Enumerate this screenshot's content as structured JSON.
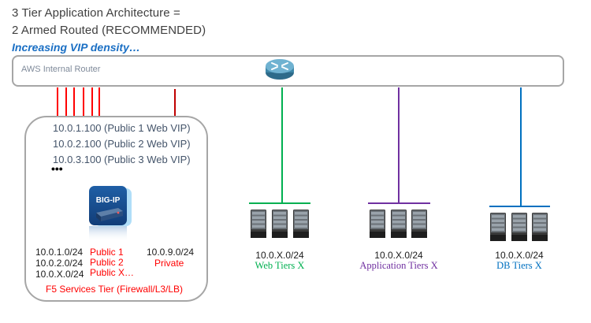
{
  "title": {
    "line1": "3 Tier Application Architecture =",
    "line2": "2 Armed Routed (RECOMMENDED)",
    "subtitle": "Increasing VIP density…"
  },
  "router": {
    "label": "AWS Internal Router",
    "icon": "router-icon"
  },
  "f5_tier": {
    "vips": [
      "10.0.1.100 (Public 1 Web VIP)",
      "10.0.2.100 (Public 2 Web VIP)",
      "10.0.3.100 (Public 3 Web VIP)"
    ],
    "ellipsis": "•••",
    "device_label": "BIG-IP",
    "public_subnets": [
      {
        "cidr": "10.0.1.0/24",
        "name": "Public 1"
      },
      {
        "cidr": "10.0.2.0/24",
        "name": "Public 2"
      },
      {
        "cidr": "10.0.X.0/24",
        "name": "Public X…"
      }
    ],
    "private_subnet": {
      "cidr": "10.0.9.0/24",
      "name": "Private"
    },
    "footer": "F5 Services Tier  (Firewall/L3/LB)",
    "public_link_count": 6,
    "link_color": "#ff0000",
    "private_link_color": "#c00000"
  },
  "tiers": [
    {
      "cidr": "10.0.X.0/24",
      "name": "Web Tiers X",
      "color": "#00b050",
      "servers": 3
    },
    {
      "cidr": "10.0.X.0/24",
      "name": "Application Tiers X",
      "color": "#7030a0",
      "servers": 3
    },
    {
      "cidr": "10.0.X.0/24",
      "name": "DB Tiers X",
      "color": "#0070c0",
      "servers": 3
    }
  ]
}
